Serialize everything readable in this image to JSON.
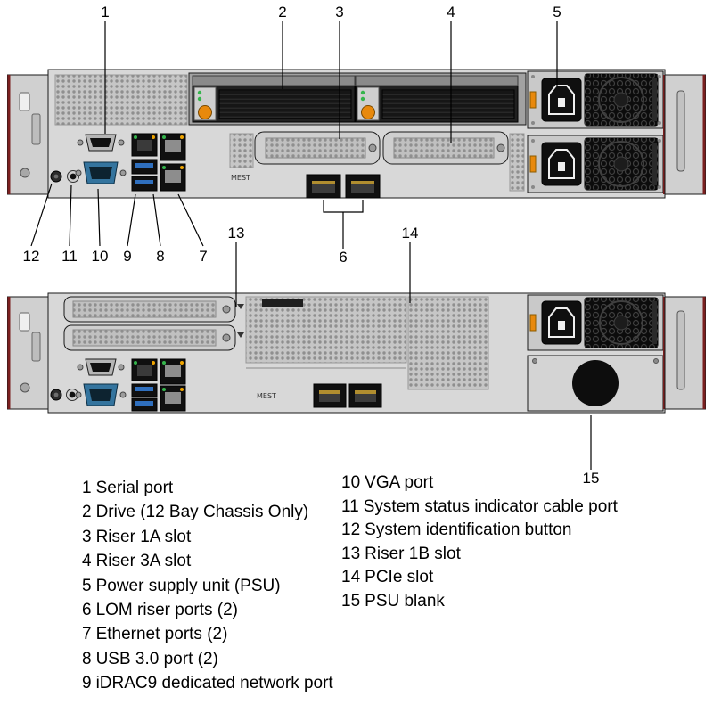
{
  "callouts": {
    "c1": "1",
    "c2": "2",
    "c3": "3",
    "c4": "4",
    "c5": "5",
    "c6": "6",
    "c7": "7",
    "c8": "8",
    "c9": "9",
    "c10": "10",
    "c11": "11",
    "c12": "12",
    "c13": "13",
    "c14": "14",
    "c15": "15"
  },
  "chassis": {
    "marking": "MEST"
  },
  "legend": {
    "left": [
      {
        "num": "1",
        "label": "Serial port"
      },
      {
        "num": "2",
        "label": "Drive (12 Bay Chassis Only)"
      },
      {
        "num": "3",
        "label": "Riser 1A slot"
      },
      {
        "num": "4",
        "label": "Riser 3A slot"
      },
      {
        "num": "5",
        "label": "Power supply unit (PSU)"
      },
      {
        "num": "6",
        "label": "LOM riser ports (2)"
      },
      {
        "num": "7",
        "label": "Ethernet ports (2)"
      },
      {
        "num": "8",
        "label": "USB 3.0 port (2)"
      },
      {
        "num": "9",
        "label": "iDRAC9 dedicated network port"
      }
    ],
    "right": [
      {
        "num": "10",
        "label": "VGA port"
      },
      {
        "num": "11",
        "label": "System status indicator cable port"
      },
      {
        "num": "12",
        "label": "System identification button"
      },
      {
        "num": "13",
        "label": "Riser 1B slot"
      },
      {
        "num": "14",
        "label": "PCIe slot"
      },
      {
        "num": "15",
        "label": "PSU blank"
      }
    ]
  },
  "colors": {
    "chassis": "#d8d8d8",
    "outline": "#1a1a1a",
    "accent_orange": "#e8890c",
    "led_green": "#35b54c",
    "vga_blue": "#34749e",
    "usb_blue": "#2f6fbe",
    "edge_red": "#7a1f1f"
  }
}
